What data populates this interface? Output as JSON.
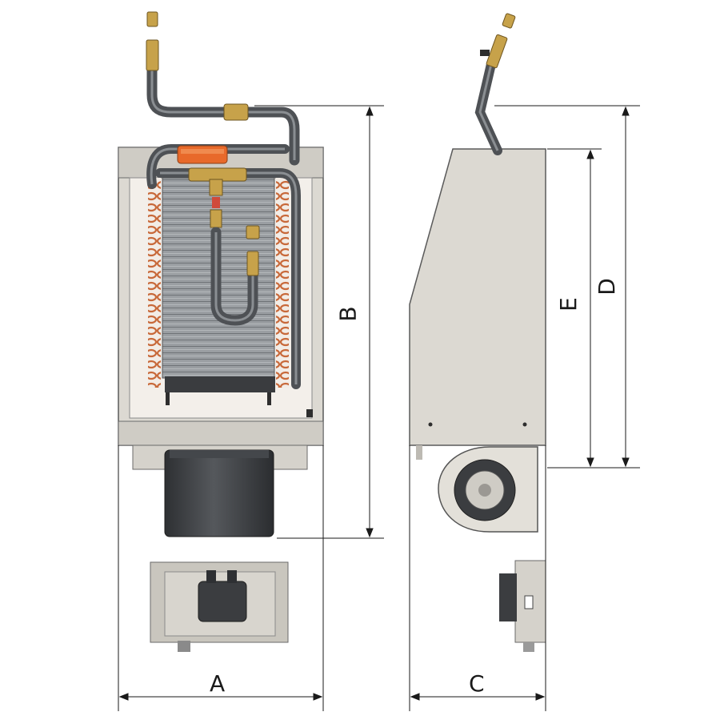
{
  "dimensions": {
    "a": "A",
    "b": "B",
    "c": "C",
    "d": "D",
    "e": "E"
  },
  "colors": {
    "casing": "#dedbd4",
    "casing_shade": "#c9c6be",
    "panel_light": "#f4f1ec",
    "coil_fin": "#8e9296",
    "copper": "#c8693a",
    "pipe": "#5a5d61",
    "brass": "#c7a24a",
    "valve_orange": "#e8692a",
    "motor_dark": "#3b3d40",
    "dim_line": "#1a1a1a"
  }
}
